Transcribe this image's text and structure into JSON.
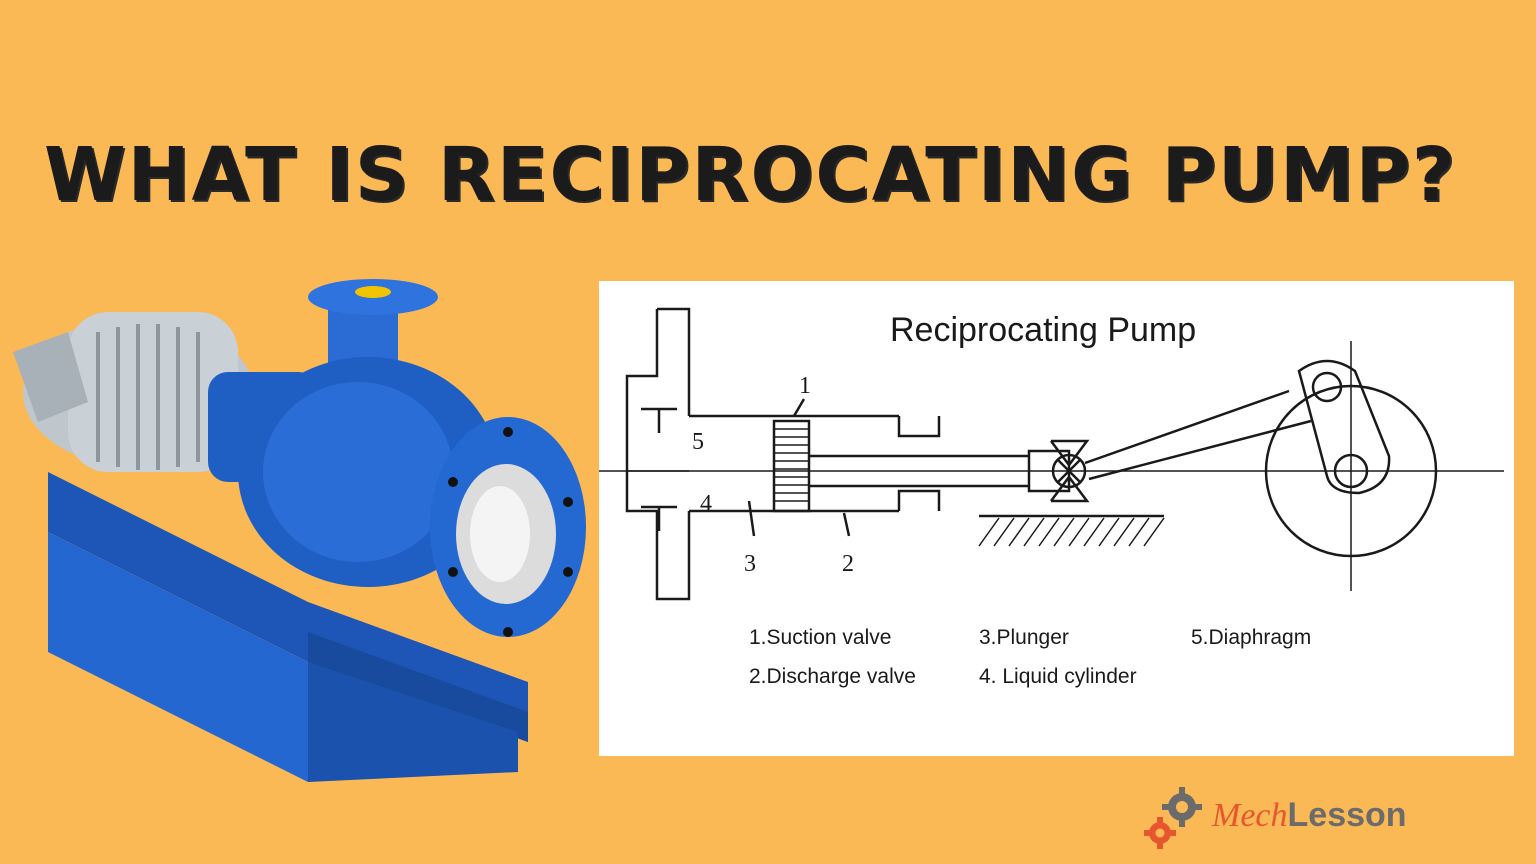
{
  "headline": "WHAT IS RECIPROCATING PUMP?",
  "diagram": {
    "title": "Reciprocating Pump",
    "part_numbers": {
      "n1": "1",
      "n2": "2",
      "n3": "3",
      "n4": "4",
      "n5": "5"
    },
    "legend": [
      "1.Suction valve",
      "2.Discharge valve",
      "3.Plunger",
      "4. Liquid cylinder",
      "5.Diaphragm"
    ]
  },
  "brand": {
    "part1": "Mech",
    "part2": "Lesson"
  },
  "colors": {
    "background": "#fbb955",
    "pump_blue": "#1f5fc4",
    "brand_orange": "#e8562f",
    "brand_gray": "#6b6b6b"
  }
}
